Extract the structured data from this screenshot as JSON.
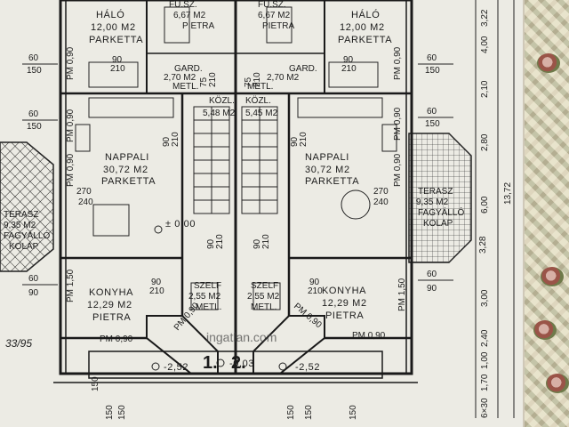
{
  "rooms": {
    "halo_left": {
      "name": "HÁLÓ",
      "area": "12,00 M2",
      "floor": "PARKETTA"
    },
    "halo_right": {
      "name": "HÁLÓ",
      "area": "12,00 M2",
      "floor": "PARKETTA"
    },
    "fusz_left": {
      "name": "FÜ.SZ.",
      "area": "6,67 M2",
      "floor": "PIETRA"
    },
    "fusz_right": {
      "name": "FÜ.SZ.",
      "area": "6,67 M2",
      "floor": "PIETRA"
    },
    "gard_left": {
      "name": "GARD.",
      "area": "2,70 M2",
      "floor": "METL."
    },
    "gard_right": {
      "name": "GARD.",
      "area": "2,70 M2",
      "floor": "METL."
    },
    "kozl_left": {
      "name": "KÖZL.",
      "area": "5,48 M2"
    },
    "kozl_right": {
      "name": "KÖZL.",
      "area": "5,45 M2"
    },
    "nappali_left": {
      "name": "NAPPALI",
      "area": "30,72 M2",
      "floor": "PARKETTA"
    },
    "nappali_right": {
      "name": "NAPPALI",
      "area": "30,72 M2",
      "floor": "PARKETTA"
    },
    "terasz_left": {
      "name": "TERASZ",
      "area": "9,35 M2",
      "floor": "FAGYÁLLÓ",
      "floor2": "KOLAP"
    },
    "terasz_right": {
      "name": "TERASZ",
      "area": "9,35 M2",
      "floor": "FAGYÁLLÓ",
      "floor2": "KOLAP"
    },
    "konyha_left": {
      "name": "KONYHA",
      "area": "12,29 M2",
      "floor": "PIETRA"
    },
    "konyha_right": {
      "name": "KONYHA",
      "area": "12,29 M2",
      "floor": "PIETRA"
    },
    "szelf_left": {
      "name": "SZELF",
      "area": "2,55 M2",
      "floor": "METL."
    },
    "szelf_right": {
      "name": "SZELF",
      "area": "2,55 M2",
      "floor": "METL."
    }
  },
  "levels": {
    "floor_zero": "± 0,00",
    "entry_left": "-0,03",
    "step_left": "-2,52",
    "step_right": "-2,52"
  },
  "units": {
    "left": "1.",
    "right": "2."
  },
  "pm": [
    "PM 0,90",
    "PM 0,90",
    "PM 0,90",
    "PM 0,90",
    "PM 0,90",
    "PM 1,50",
    "PM 1,50",
    "PM 0,90",
    "PM 0,90",
    "PM 0,90",
    "PM 0,90",
    "PM 0,90"
  ],
  "dims_left": [
    "60",
    "150",
    "60",
    "150",
    "270",
    "240",
    "60",
    "90",
    "150"
  ],
  "dims_right": [
    "60",
    "150",
    "60",
    "150",
    "270",
    "240",
    "60",
    "90"
  ],
  "dims_vertical": [
    "3,22",
    "4,00",
    "2,10",
    "2,80",
    "6,00",
    "13,72",
    "3,28",
    "3,00",
    "2,40",
    "1,00",
    "1,70",
    "6×30"
  ],
  "door_dims": [
    "90",
    "210",
    "90",
    "210",
    "90",
    "210",
    "90",
    "210",
    "90",
    "210",
    "90",
    "210",
    "90",
    "210",
    "90",
    "210",
    "75",
    "210",
    "75",
    "210",
    "150",
    "150",
    "150",
    "150",
    "150"
  ],
  "handwritten": "33/95",
  "watermark": "ingatlan.com"
}
